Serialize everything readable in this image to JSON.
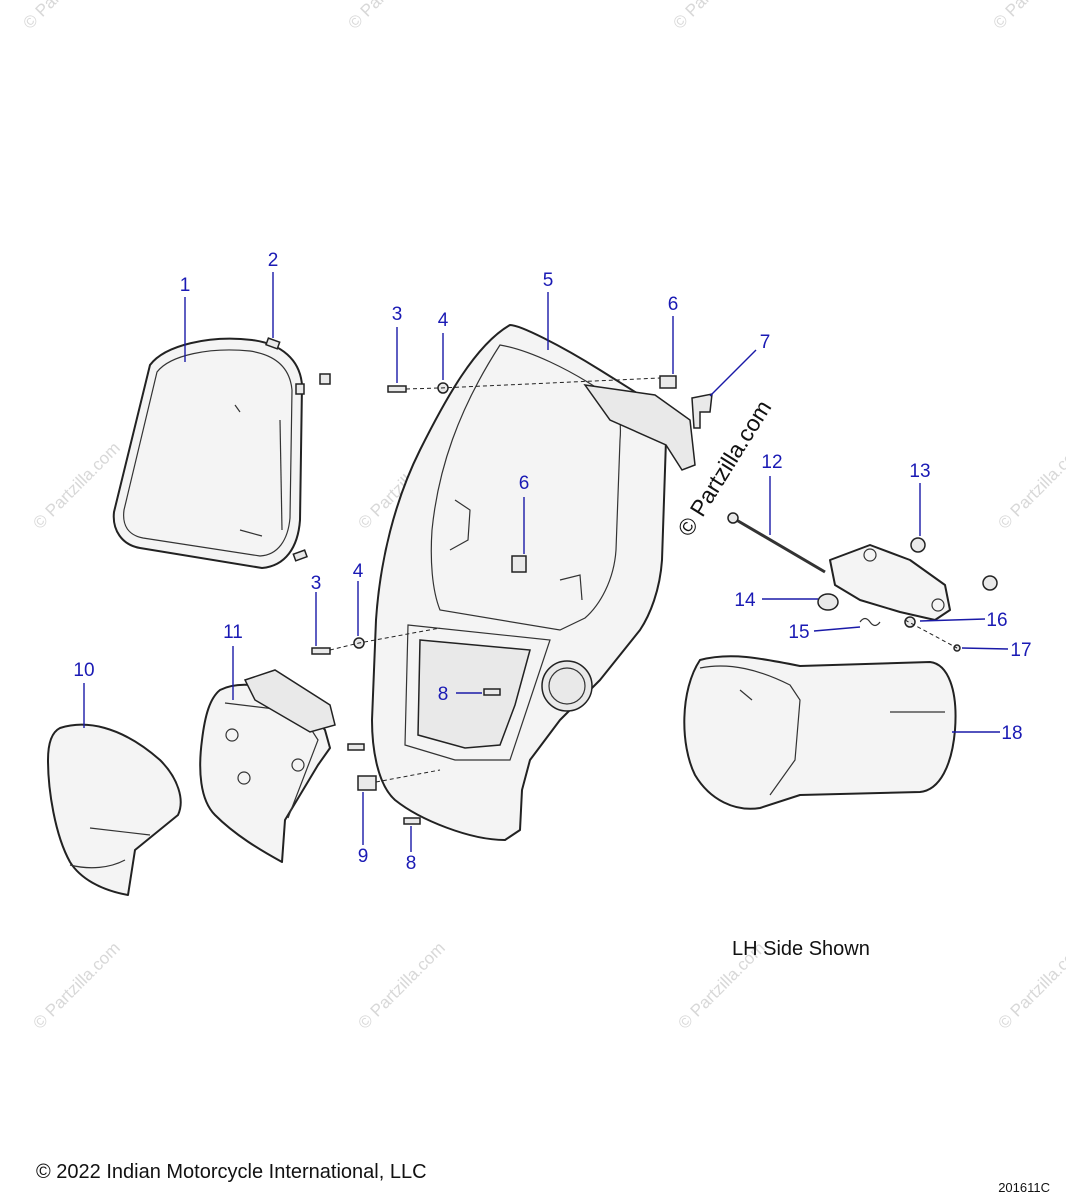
{
  "callouts": [
    "1",
    "2",
    "3",
    "4",
    "5",
    "6",
    "7",
    "8",
    "9",
    "10",
    "11",
    "12",
    "13",
    "14",
    "15",
    "16",
    "17",
    "18"
  ],
  "watermark": "© Partzilla.com",
  "view_note": "LH Side Shown",
  "copyright": "© 2022 Indian Motorcycle International, LLC",
  "figure_id": "201611C"
}
